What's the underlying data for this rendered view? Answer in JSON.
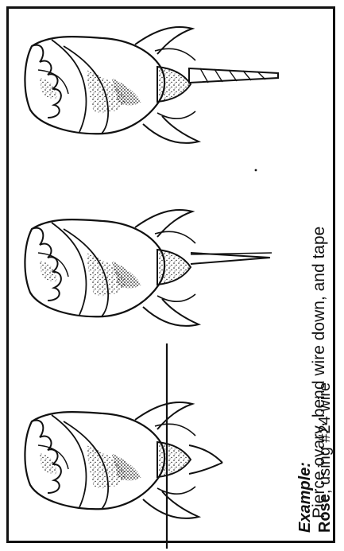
{
  "captions": {
    "example_label": "Example:",
    "flower_name": "Rose",
    "wire_text": ", using #24 wire",
    "instruction": "Pierce ovary, bend wire down, and tape"
  },
  "figures": [
    {
      "stage": "wire pierced through ovary"
    },
    {
      "stage": "wire bent down"
    },
    {
      "stage": "wire taped"
    }
  ],
  "colors": {
    "ink": "#111111",
    "paper": "#ffffff"
  }
}
